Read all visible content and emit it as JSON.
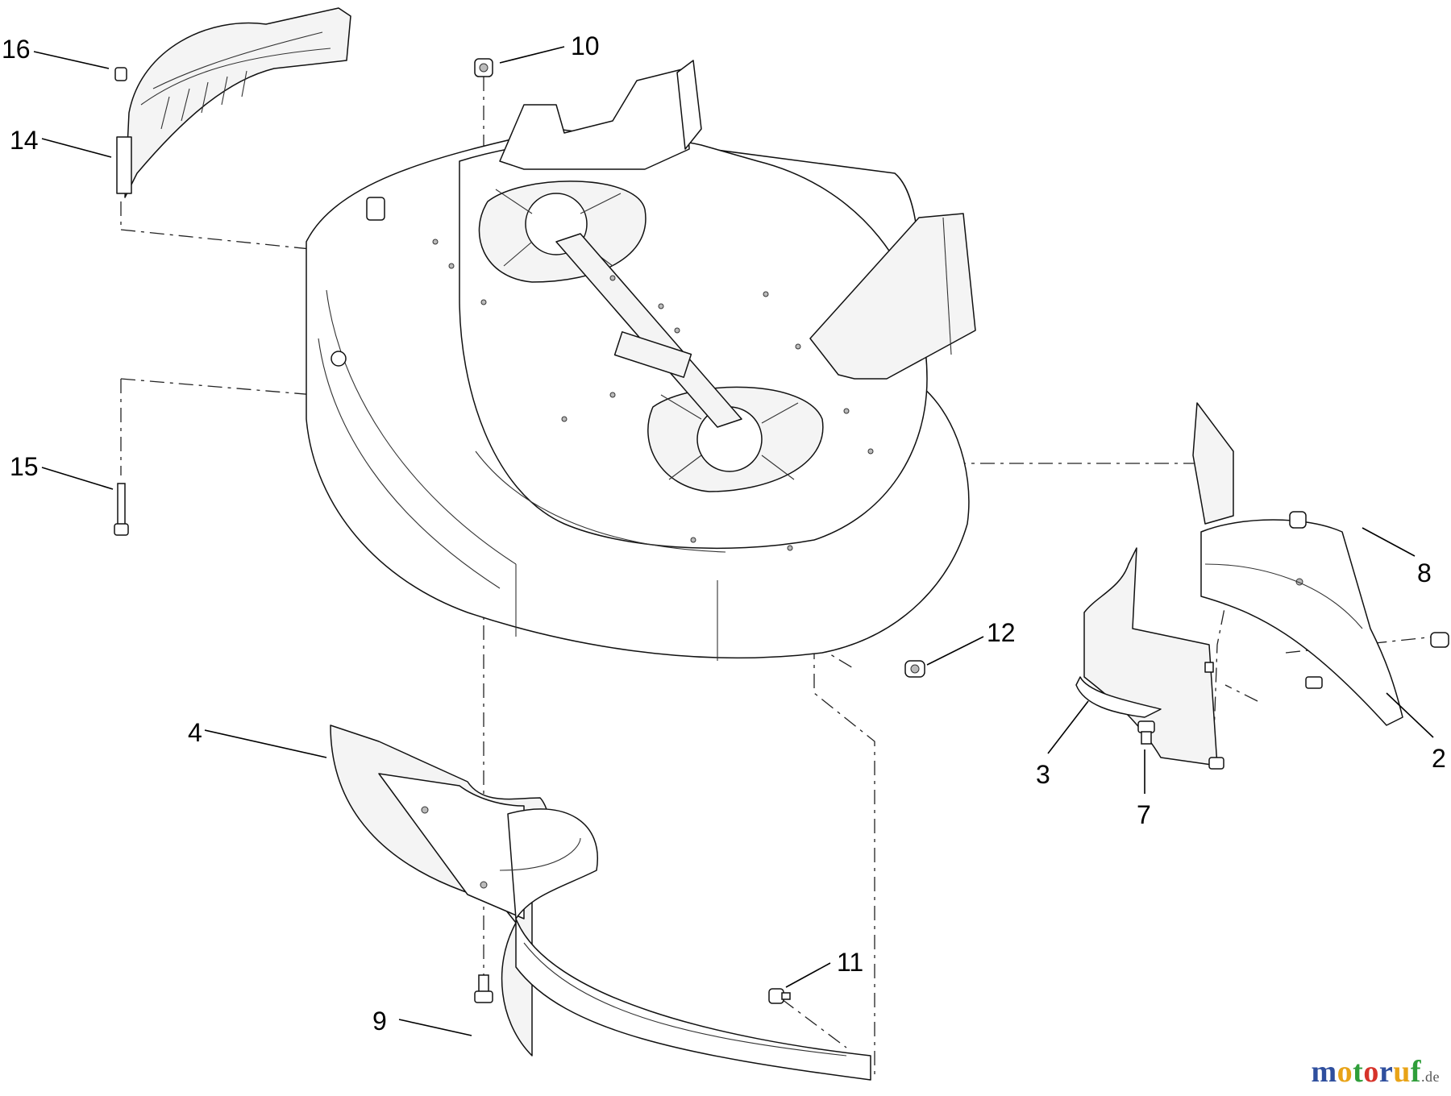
{
  "diagram": {
    "callouts": [
      {
        "id": "c16",
        "number": "16"
      },
      {
        "id": "c14",
        "number": "14"
      },
      {
        "id": "c10",
        "number": "10"
      },
      {
        "id": "c15",
        "number": "15"
      },
      {
        "id": "c12",
        "number": "12"
      },
      {
        "id": "c8",
        "number": "8"
      },
      {
        "id": "c2",
        "number": "2"
      },
      {
        "id": "c3",
        "number": "3"
      },
      {
        "id": "c7",
        "number": "7"
      },
      {
        "id": "c4",
        "number": "4"
      },
      {
        "id": "c11",
        "number": "11"
      },
      {
        "id": "c9",
        "number": "9"
      }
    ]
  },
  "watermark": {
    "letters": [
      "m",
      "o",
      "t",
      "o",
      "r",
      "u",
      "f"
    ],
    "colors": [
      "#2f4f9e",
      "#e8a317",
      "#2f9e3a",
      "#d6332a",
      "#2f4f9e",
      "#e8a317",
      "#2f9e3a"
    ],
    "suffix": ".de"
  }
}
